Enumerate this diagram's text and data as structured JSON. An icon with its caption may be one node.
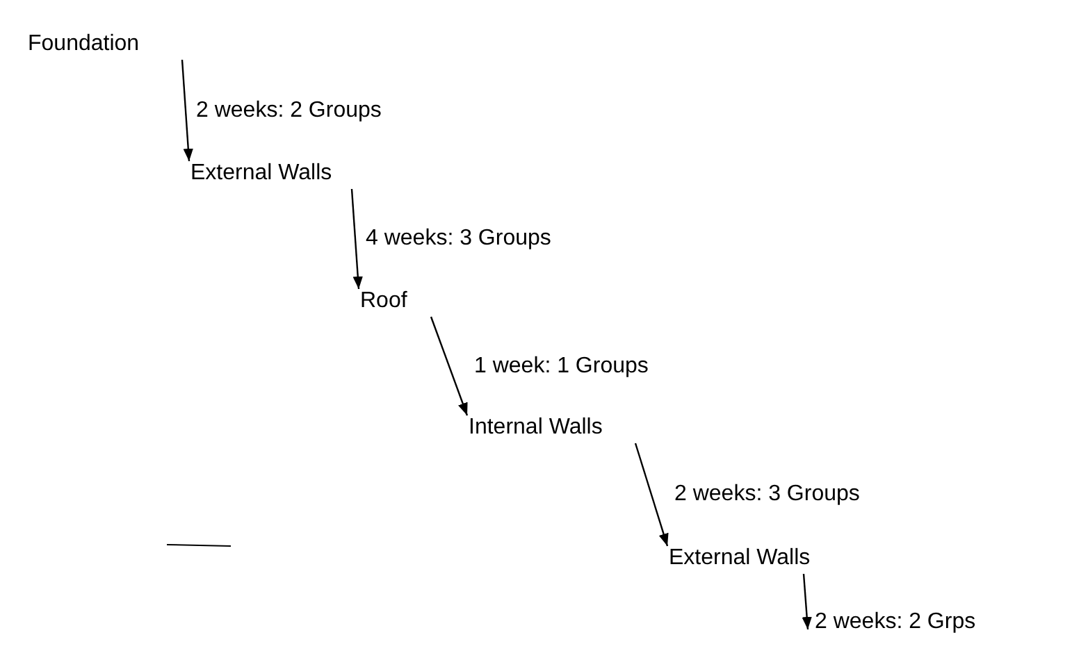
{
  "diagram": {
    "nodes": [
      {
        "text": [
          "Foundation"
        ]
      },
      {
        "text": [
          "External Walls"
        ]
      },
      {
        "text": [
          "Roof"
        ]
      },
      {
        "text": [
          "Internal Walls"
        ]
      },
      {
        "text": [
          "External Walls"
        ]
      }
    ],
    "edges": [
      {
        "from": 0,
        "to": 1,
        "arrow": "to",
        "label": "2 weeks: 2 Groups"
      },
      {
        "from": 1,
        "to": 2,
        "arrow": "to",
        "label": "4 weeks: 3 Groups"
      },
      {
        "from": 2,
        "to": 3,
        "arrow": "to",
        "label": "1 week: 1 Groups"
      },
      {
        "from": 3,
        "to": 4,
        "arrow": "to",
        "label": "2 weeks: 3 Groups"
      },
      {
        "from": 4,
        "to": null,
        "arrow": "to",
        "label": "2 weeks: 2 Grps"
      }
    ]
  }
}
